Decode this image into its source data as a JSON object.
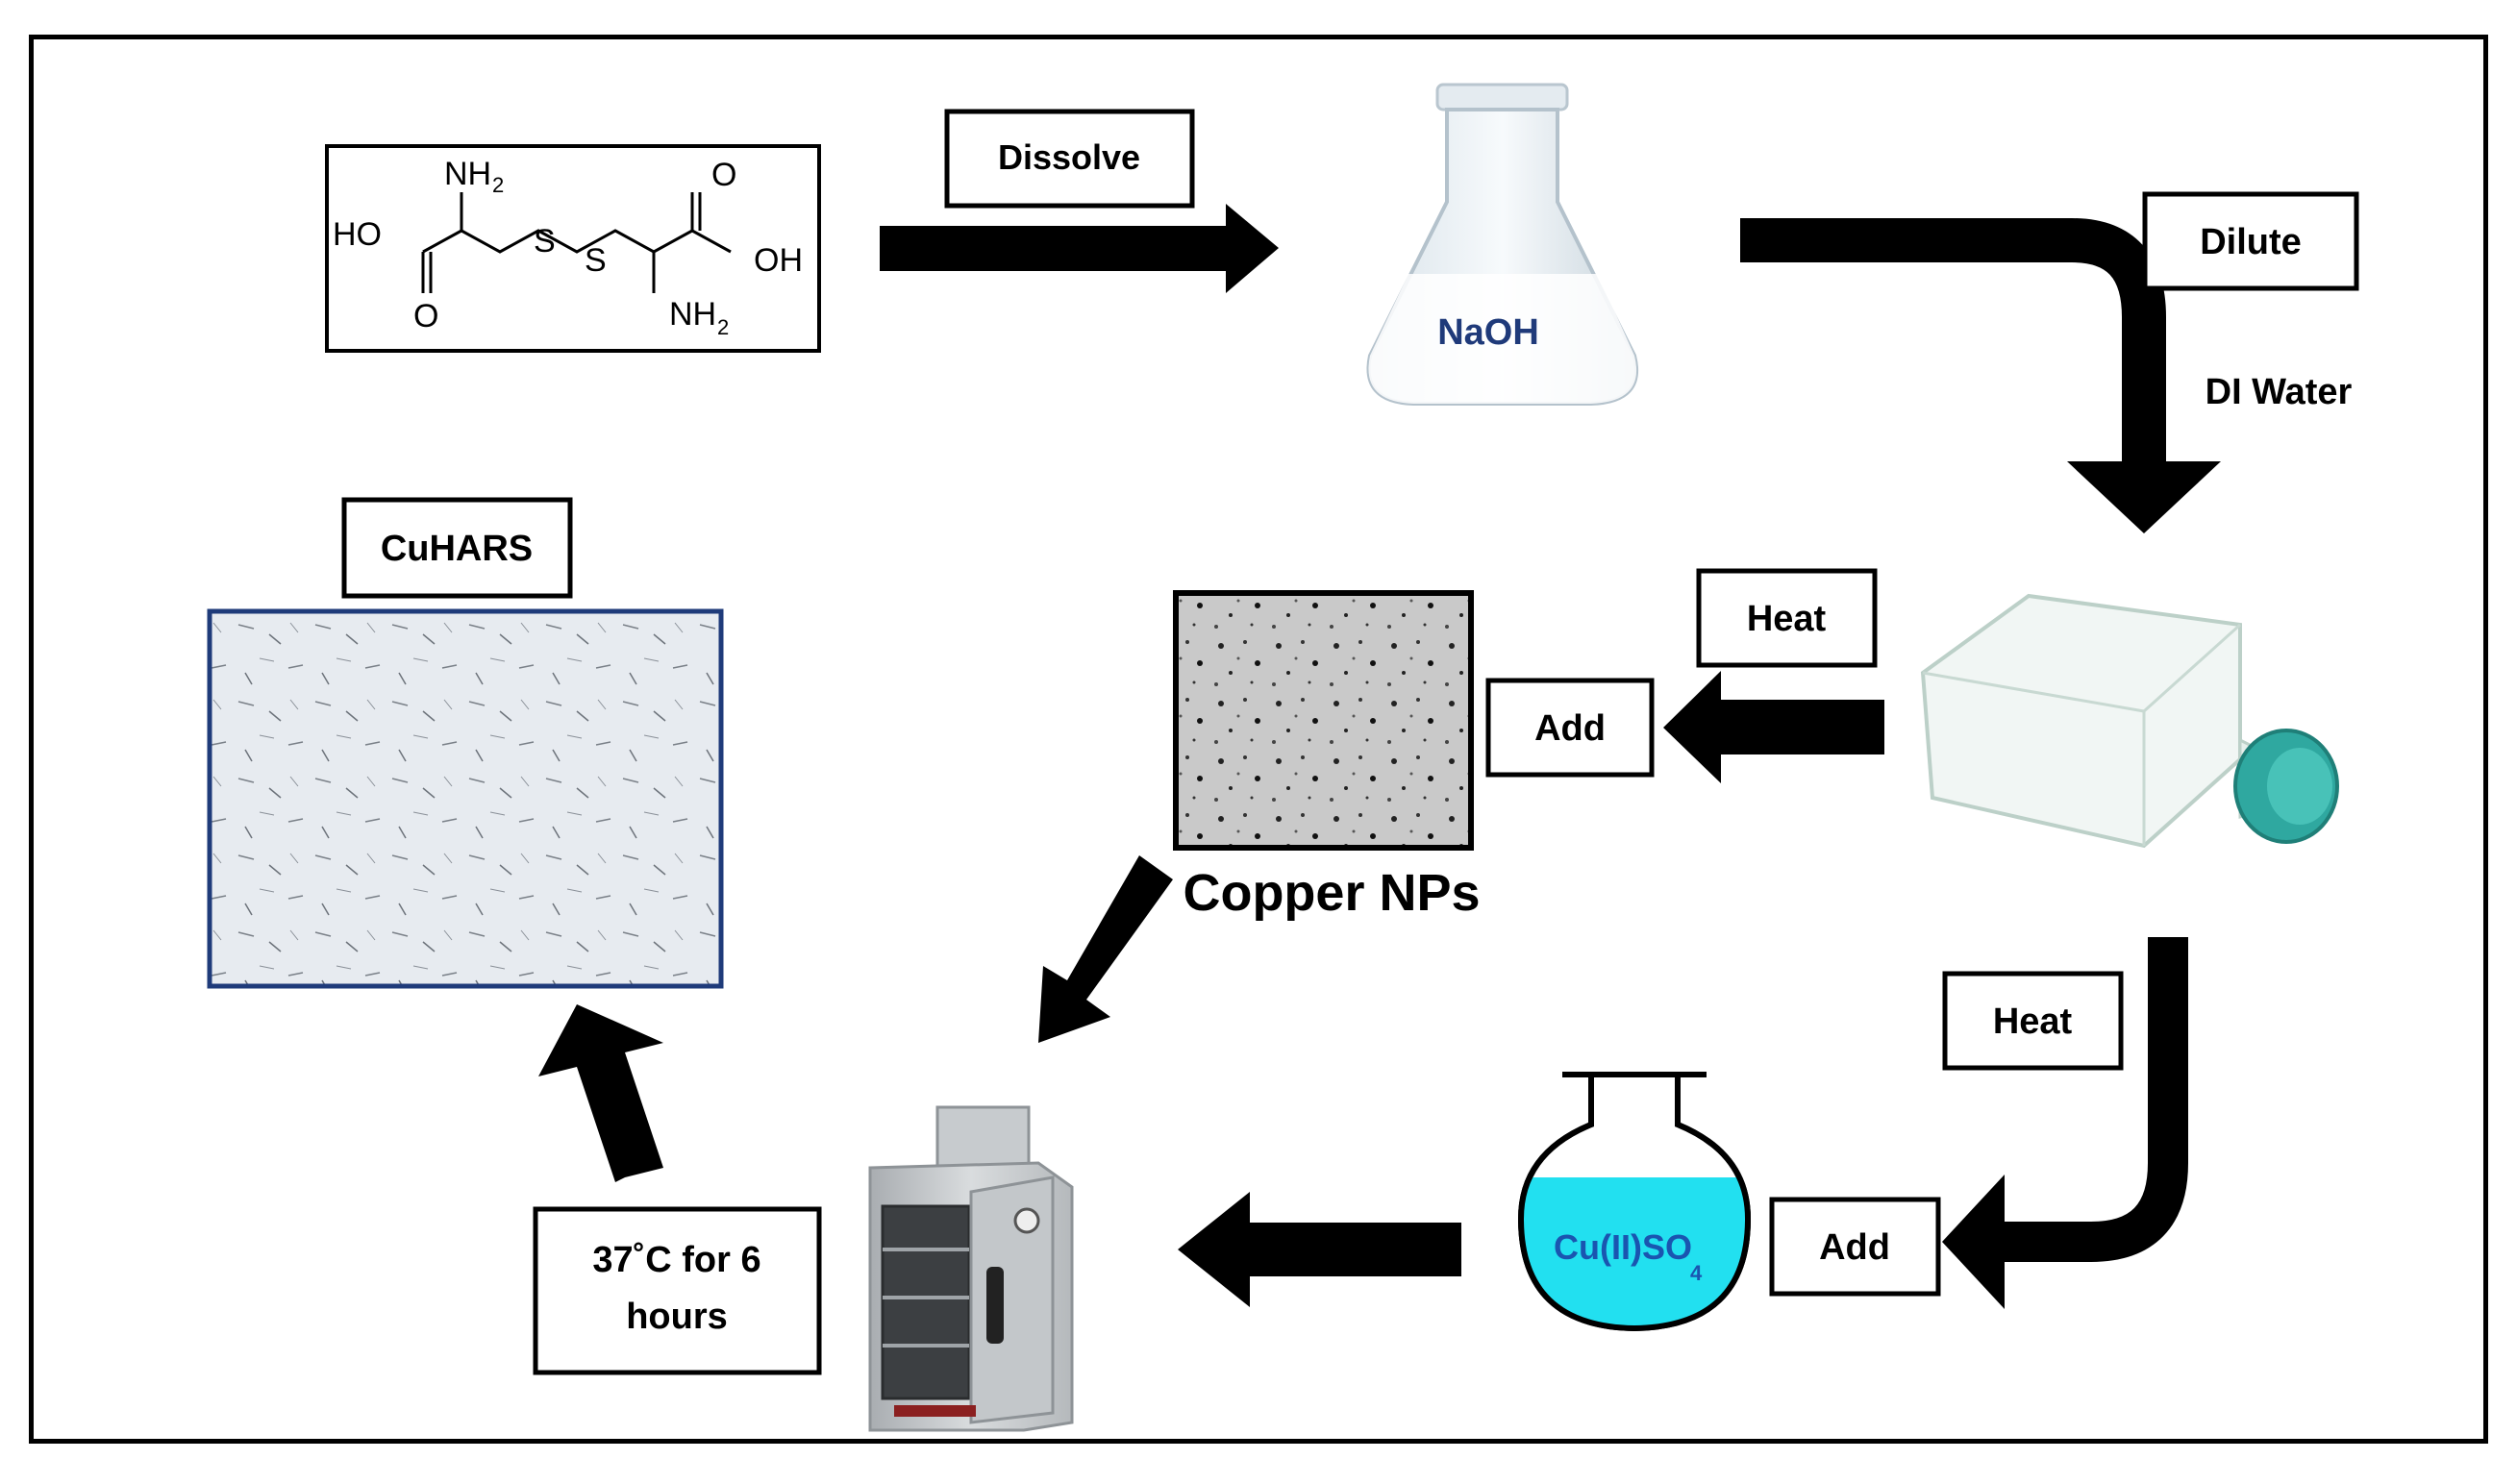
{
  "molecule": {
    "nh2_top": "NH",
    "nh2_top_sub": "2",
    "nh2_bottom": "NH",
    "nh2_bottom_sub": "2",
    "ho": "HO",
    "oh": "OH",
    "o_left": "O",
    "o_right": "O",
    "s1": "S",
    "s2": "S"
  },
  "labels": {
    "dissolve": "Dissolve",
    "naoh": "NaOH",
    "dilute": "Dilute",
    "di_water": "DI Water",
    "heat_top": "Heat",
    "add_top": "Add",
    "copper_nps": "Copper NPs",
    "cuhars": "CuHARS",
    "heat_bottom": "Heat",
    "add_bottom": "Add",
    "cuso4_main": "Cu(II)SO",
    "cuso4_sub": "4",
    "temp_line1": "37˚C for 6",
    "temp_line2": "hours"
  },
  "colors": {
    "naoh_text": "#1f3a7a",
    "cuso4_fill": "#22e0f0",
    "cuso4_text": "#1a55b0",
    "cuhars_border": "#1f3b7a",
    "cap": "#2fa8a0"
  }
}
